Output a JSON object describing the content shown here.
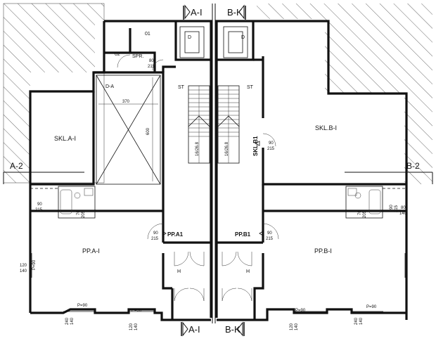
{
  "rooms": {
    "r01": "01",
    "r02": "02",
    "spr": "SPR.",
    "da": "D-A",
    "skl_a": "SKL.A-I",
    "skl_b": "SKL.B-I",
    "skl_b1": "SKL.B1",
    "pp_a": "PP.A-I",
    "pp_b": "PP.B-I",
    "pp_a1": "PP.A1",
    "pp_b1": "PP.B1",
    "h": "H",
    "d": "D",
    "st": "ST"
  },
  "sections": {
    "top_a": "A-I",
    "top_b": "B-K",
    "bottom_a": "A-I",
    "bottom_b": "B-K",
    "left": "A-2",
    "right": "B-2"
  },
  "dims": {
    "d370": "370",
    "d600": "600",
    "d90": "90",
    "d215": "215",
    "d80": "80",
    "d140": "140",
    "d120": "120",
    "d70": "70",
    "d205": "205",
    "d240": "240",
    "p90": "P=90",
    "stair_steps": "16/26.8"
  }
}
